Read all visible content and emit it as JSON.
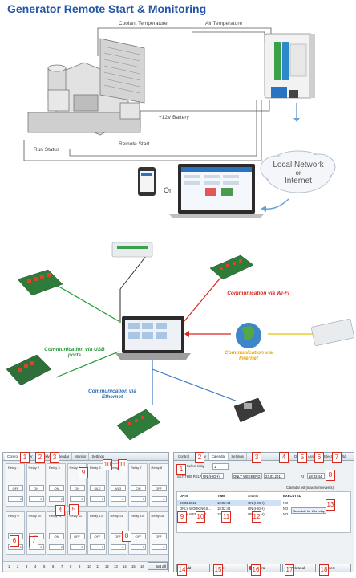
{
  "title": "Generator Remote Start & Monitoring",
  "section1": {
    "coolant_label": "Coolant Temperature",
    "air_label": "Air Temperature",
    "battery_label": "+12V Battery",
    "run_status_label": "Run Status",
    "remote_start_label": "Remote Start",
    "or_label": "Or",
    "cloud": {
      "line1": "Local Network",
      "line2": "or",
      "line3": "Internet"
    }
  },
  "section2": {
    "wifi": "Communication via Wi-Fi",
    "usb": "Communication via USB ports",
    "internet": "Communication via Internet",
    "ethernet": "Communication via Ethernet"
  },
  "left_panel": {
    "tabs": [
      "Control",
      "Timer",
      "Weekly",
      "Calendar",
      "Monitor",
      "Settings"
    ],
    "row1": [
      {
        "name": "Relay 1",
        "btn": "OFF"
      },
      {
        "name": "Relay 2",
        "btn": "ON"
      },
      {
        "name": "Relay 3",
        "btn": "ON"
      },
      {
        "name": "Relay 4",
        "btn": "ON"
      },
      {
        "name": "Relay 5",
        "btn": "SIL2"
      },
      {
        "name": "Relay 6",
        "btn": "WL3"
      },
      {
        "name": "Relay 7",
        "btn": "ON"
      },
      {
        "name": "Relay 8",
        "btn": "OFF"
      }
    ],
    "row2": [
      {
        "name": "Relay 9",
        "btn": "ON"
      },
      {
        "name": "Relay 10",
        "btn": "ON"
      },
      {
        "name": "Relay 11",
        "btn": "ON"
      },
      {
        "name": "Relay 12",
        "btn": "OFF"
      },
      {
        "name": "Relay 13",
        "btn": "OFF"
      },
      {
        "name": "Relay 14",
        "btn": "OFF"
      },
      {
        "name": "Relay 15",
        "btn": "OFF"
      },
      {
        "name": "Relay 16",
        "btn": "OFF"
      }
    ],
    "box_value": "0",
    "bottom_numbers": [
      "1",
      "2",
      "3",
      "4",
      "5",
      "6",
      "7",
      "8",
      "9",
      "10",
      "11",
      "12",
      "13",
      "14",
      "15",
      "16"
    ],
    "set_all": "Set all",
    "callouts": [
      "1",
      "2",
      "3",
      "4",
      "5",
      "6",
      "7",
      "8",
      "9",
      "10",
      "11"
    ]
  },
  "right_panel": {
    "tabs": [
      "Control",
      "Weekly",
      "Calendar",
      "Settings"
    ],
    "brand": "Denkovi Assembly Electronics ltd",
    "select_relay_label": "Select relay",
    "select_relay_value": "1",
    "set_this_relay": "SET THIS RELAY",
    "state_value": "ON (HIGH)",
    "mode_value": "ONLY WEEKEND",
    "date_value": "23.03.2011",
    "at_label": "At",
    "time_value": "18:02:44",
    "calendar_list_label": "Calendar list (maximum events)",
    "headers": [
      "DATE",
      "TIME",
      "STATE",
      "EXECUTED"
    ],
    "rows": [
      [
        "23.03.2011",
        "18:02:44",
        "ON (HIGH)",
        "NO"
      ],
      [
        "ONLY WORKINGS...",
        "18:02:44",
        "ON (HIGH)",
        "NO"
      ],
      [
        "ONLY WEEKEND",
        "18:02:44",
        "ON (HIGH)",
        "NO"
      ]
    ],
    "schedule_button": "Schedule for this relay",
    "buttons": [
      "Add",
      "Set",
      "Delete",
      "Delete all",
      "Insert"
    ],
    "callouts": [
      "1",
      "2",
      "3",
      "4",
      "5",
      "6",
      "7",
      "8",
      "9",
      "10",
      "11",
      "12",
      "13",
      "14",
      "15",
      "16",
      "17",
      "18"
    ]
  },
  "colors": {
    "title": "#2456a6",
    "callout": "#d32b1f"
  }
}
